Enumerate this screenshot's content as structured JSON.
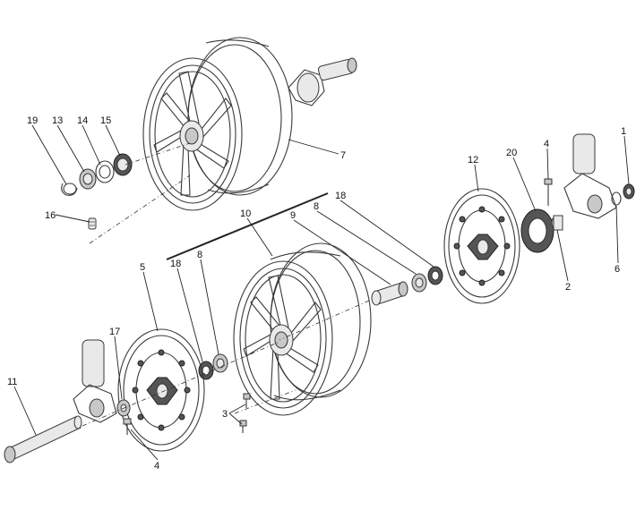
{
  "callouts": [
    {
      "id": "c1",
      "text": "1"
    },
    {
      "id": "c2",
      "text": "2"
    },
    {
      "id": "c3",
      "text": "3"
    },
    {
      "id": "c4a",
      "text": "4"
    },
    {
      "id": "c4b",
      "text": "4"
    },
    {
      "id": "c5",
      "text": "5"
    },
    {
      "id": "c6",
      "text": "6"
    },
    {
      "id": "c7",
      "text": "7"
    },
    {
      "id": "c8a",
      "text": "8"
    },
    {
      "id": "c8b",
      "text": "8"
    },
    {
      "id": "c9",
      "text": "9"
    },
    {
      "id": "c10",
      "text": "10"
    },
    {
      "id": "c11",
      "text": "11"
    },
    {
      "id": "c12",
      "text": "12"
    },
    {
      "id": "c13",
      "text": "13"
    },
    {
      "id": "c14",
      "text": "14"
    },
    {
      "id": "c15",
      "text": "15"
    },
    {
      "id": "c16",
      "text": "16"
    },
    {
      "id": "c17",
      "text": "17"
    },
    {
      "id": "c18a",
      "text": "18"
    },
    {
      "id": "c18b",
      "text": "18"
    },
    {
      "id": "c19",
      "text": "19"
    },
    {
      "id": "c20",
      "text": "20"
    }
  ]
}
